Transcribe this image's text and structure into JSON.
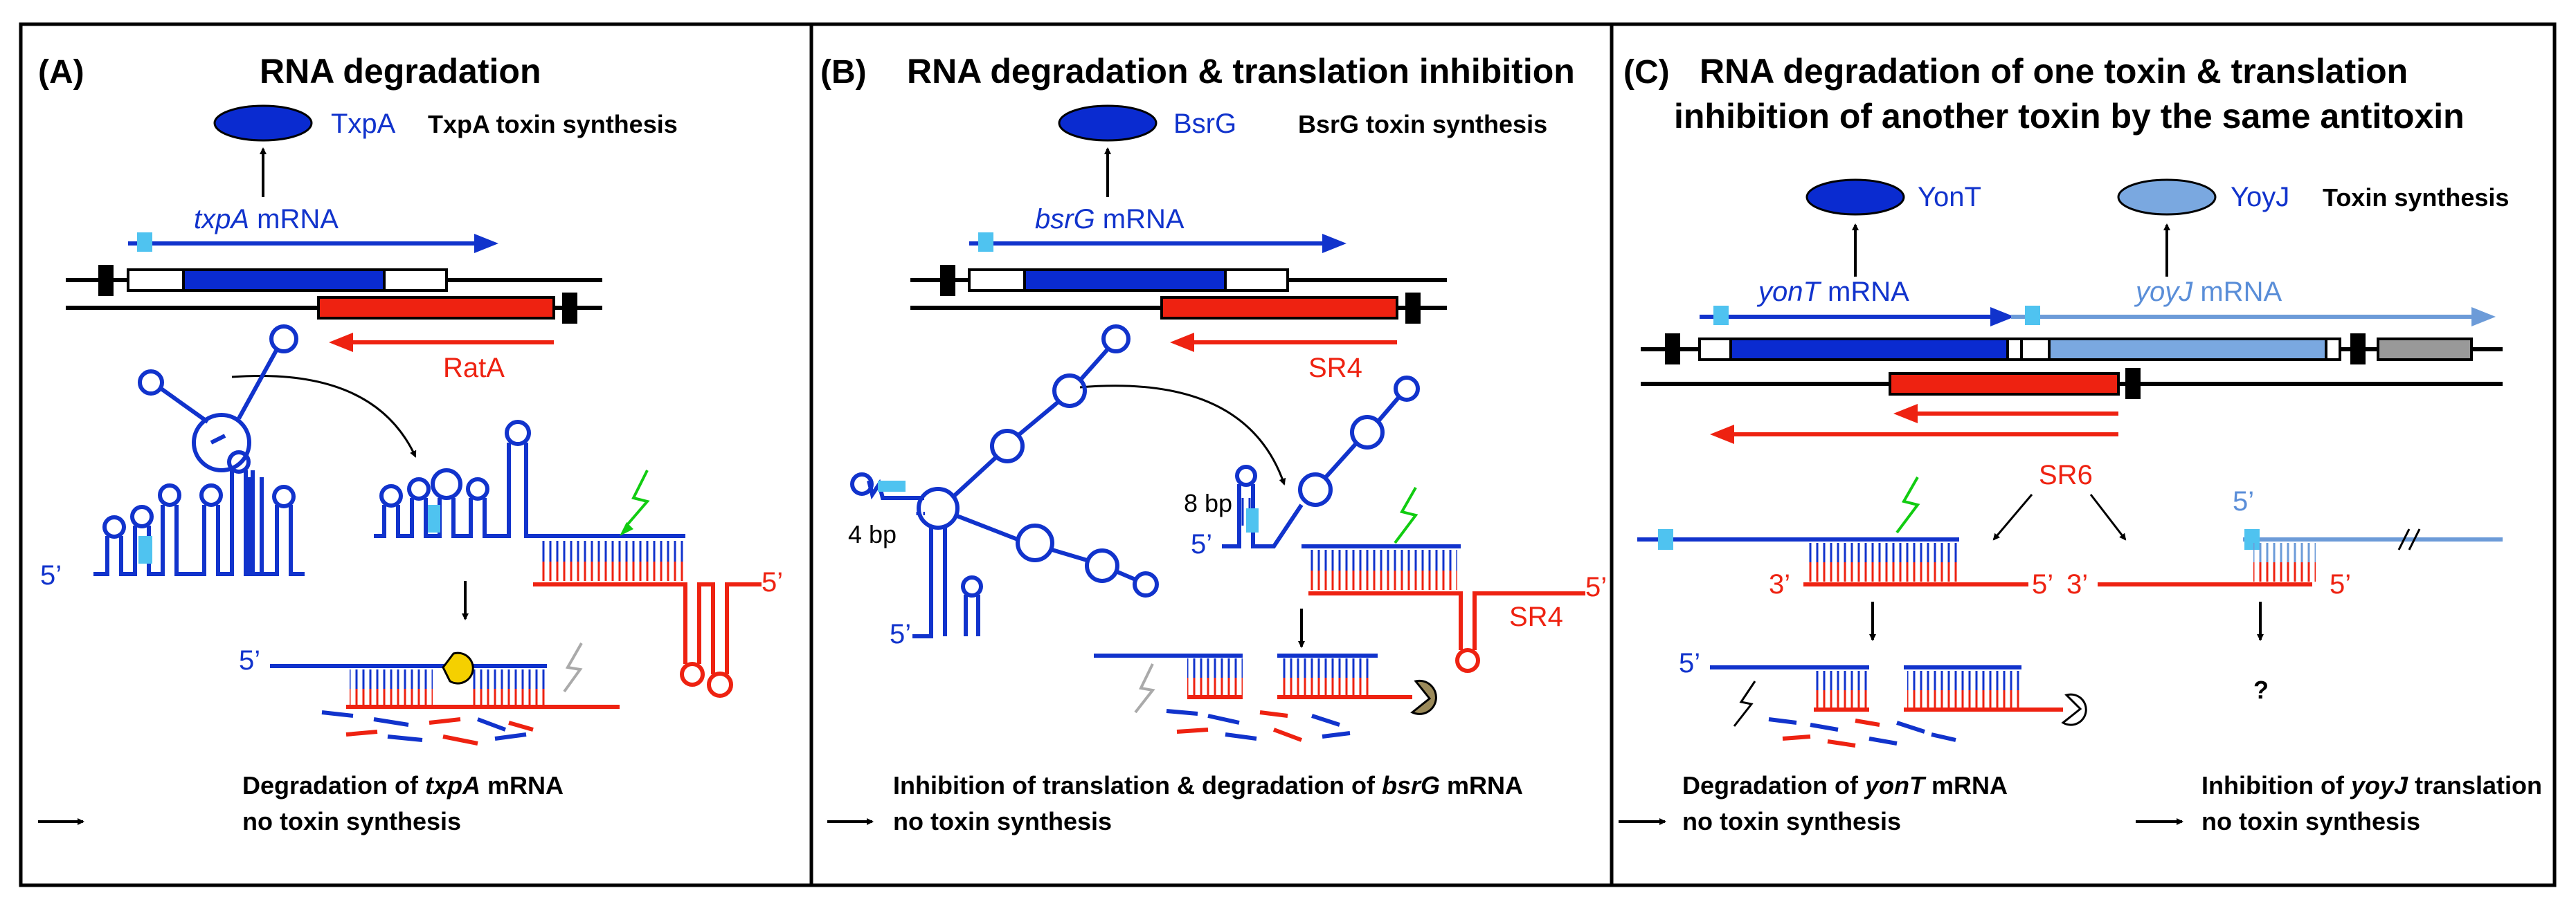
{
  "panels": [
    {
      "letter": "(A)",
      "title": "RNA degradation",
      "toxin": "TxpA",
      "synthesis": "TxpA toxin synthesis",
      "mrna_gene": "txpA",
      "mrna_word": " mRNA",
      "antitoxin": "RatA",
      "five_prime": "5’",
      "result_line1_prefix": "Degradation of ",
      "result_line1_gene": "txpA",
      "result_line1_suffix": " mRNA",
      "result_line2": "no toxin synthesis"
    },
    {
      "letter": "(B)",
      "title": "RNA degradation & translation inhibition",
      "toxin": "BsrG",
      "synthesis": "BsrG toxin synthesis",
      "mrna_gene": "bsrG",
      "mrna_word": " mRNA",
      "antitoxin": "SR4",
      "antitoxin_duplex": "SR4",
      "bp_left": "4 bp",
      "bp_right": "8 bp",
      "five_prime": "5’",
      "result_line1_prefix": "Inhibition of translation & degradation of ",
      "result_line1_gene": "bsrG",
      "result_line1_suffix": " mRNA",
      "result_line2": "no toxin synthesis"
    },
    {
      "letter": "(C)",
      "title_line1": "RNA degradation of one toxin & translation",
      "title_line2": "inhibition of another toxin by the same antitoxin",
      "toxin1": "YonT",
      "toxin2": "YoyJ",
      "synthesis": "Toxin synthesis",
      "mrna1_gene": "yonT",
      "mrna2_gene": "yoyJ",
      "mrna_word": " mRNA",
      "antitoxin": "SR6",
      "three_prime": "3’",
      "five_prime": "5’",
      "unknown": "?",
      "result1_line1_prefix": "Degradation of ",
      "result1_line1_gene": "yonT",
      "result1_line1_suffix": " mRNA",
      "result1_line2": "no toxin synthesis",
      "result2_line1_prefix": "Inhibition of ",
      "result2_line1_gene": "yoyJ",
      "result2_line1_suffix": " translation",
      "result2_line2": "no toxin synthesis"
    }
  ],
  "colors": {
    "mrna_blue": "#1133cc",
    "antitoxin_red": "#ee2211",
    "light_blue": "#6c9bd8",
    "sd_cyan": "#4fc3f0",
    "rnase_yellow": "#f5d000",
    "rnase_olive": "#9b8a5a"
  }
}
